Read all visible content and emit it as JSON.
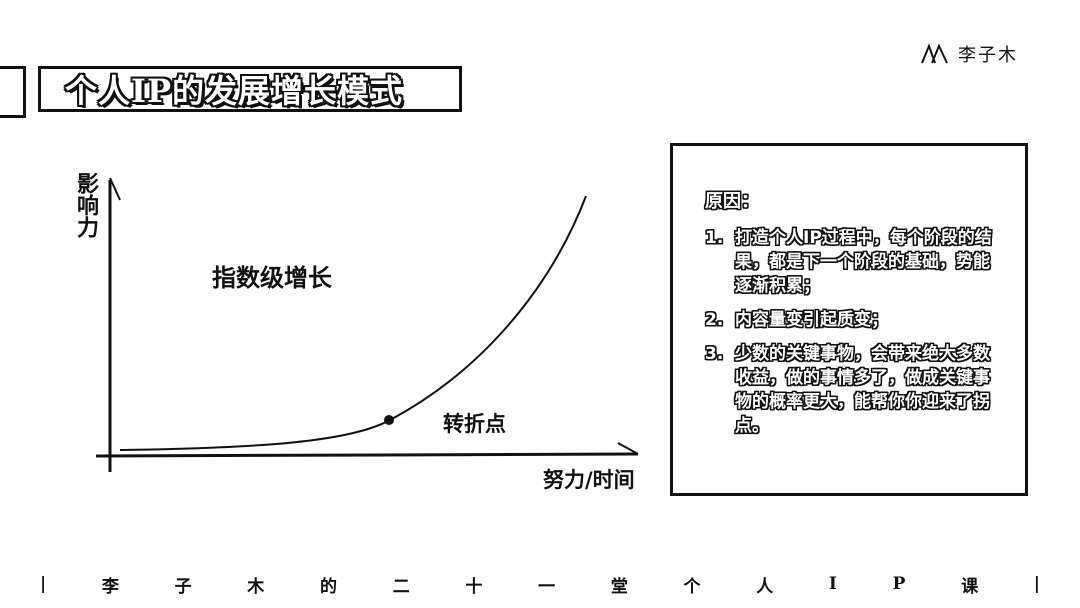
{
  "brand": {
    "logo_icon": "mountain-logo-icon",
    "name": "李子木"
  },
  "title": "个人IP的发展增长模式",
  "diagram": {
    "y_axis_label": "影响力",
    "x_axis_label": "努力/时间",
    "curve_label": "指数级增长",
    "point_label": "转折点"
  },
  "reasons": {
    "heading": "原因：",
    "items": [
      {
        "num": "1.",
        "text": "打造个人IP过程中，每个阶段的结果，都是下一个阶段的基础，势能逐渐积累；"
      },
      {
        "num": "2.",
        "text": "内容量变引起质变；"
      },
      {
        "num": "3.",
        "text": "少数的关键事物，会带来绝大多数收益，做的事情多了，做成关键事物的概率更大，能帮你你迎来了拐点。"
      }
    ]
  },
  "footer": {
    "chars": [
      "|",
      "李",
      "子",
      "木",
      "的",
      "二",
      "十",
      "一",
      "堂",
      "个",
      "人",
      "I",
      "P",
      "课",
      "|"
    ]
  }
}
